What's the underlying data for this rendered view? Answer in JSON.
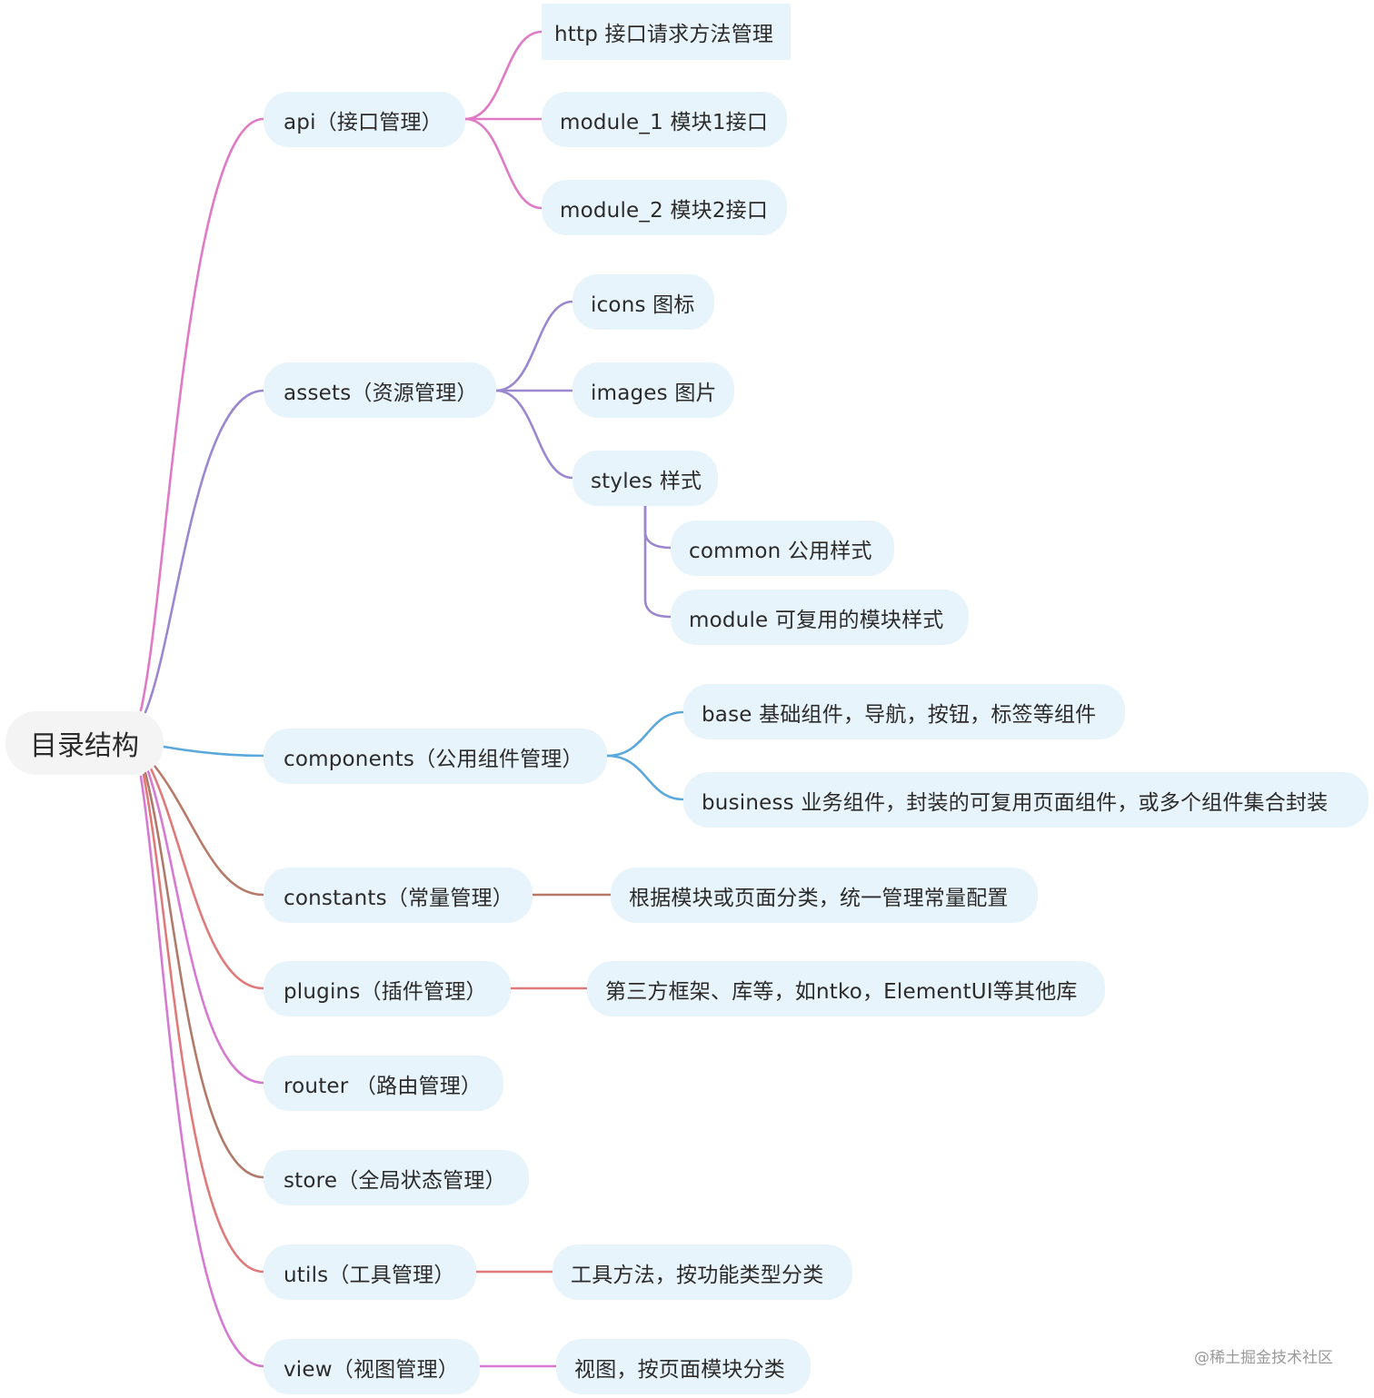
{
  "colors": {
    "api": "#e07ac4",
    "assets": "#9b86d0",
    "components": "#5aa8dc",
    "constants": "#b87a68",
    "plugins": "#e07a7a",
    "router": "#d57ad0",
    "store": "#b07a6a",
    "utils": "#e07a7a",
    "view": "#d57ad0",
    "node_fill": "#e8f4fb",
    "root_fill": "#f4f4f4"
  },
  "root": {
    "label": "目录结构"
  },
  "api": {
    "label": "api（接口管理）",
    "children": [
      "http 接口请求方法管理",
      "module_1 模块1接口",
      "module_2 模块2接口"
    ]
  },
  "assets": {
    "label": "assets（资源管理）",
    "children": [
      "icons 图标",
      "images 图片",
      "styles 样式"
    ],
    "styles_children": [
      "common 公用样式",
      "module 可复用的模块样式"
    ]
  },
  "components": {
    "label": "components（公用组件管理）",
    "children": [
      "base 基础组件，导航，按钮，标签等组件",
      "business  业务组件，封装的可复用页面组件，或多个组件集合封装"
    ]
  },
  "constants": {
    "label": "constants（常量管理）",
    "child": "根据模块或页面分类，统一管理常量配置"
  },
  "plugins": {
    "label": "plugins（插件管理）",
    "child": "第三方框架、库等，如ntko，ElementUI等其他库"
  },
  "router": {
    "label": "router  （路由管理）"
  },
  "store": {
    "label": "store（全局状态管理）"
  },
  "utils": {
    "label": "utils（工具管理）",
    "child": "工具方法，按功能类型分类"
  },
  "view": {
    "label": "view（视图管理）",
    "child": "视图，按页面模块分类"
  },
  "watermark": "@稀土掘金技术社区"
}
